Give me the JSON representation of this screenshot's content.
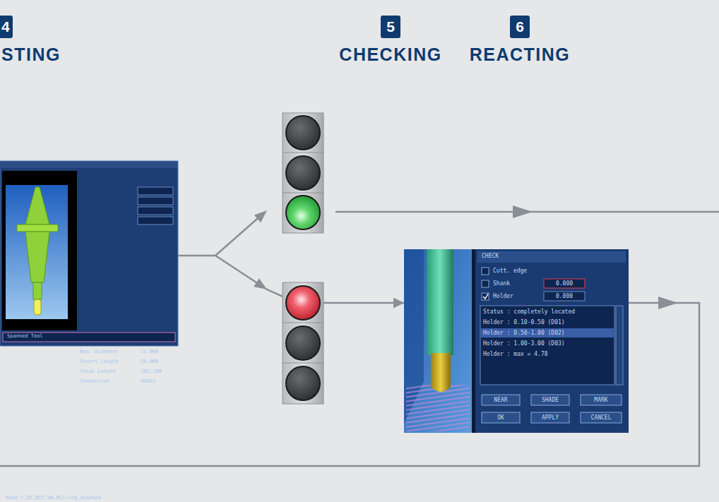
{
  "diagram": {
    "nodes": [
      {
        "text": [
          "4",
          "STING"
        ]
      },
      {
        "text": [
          "5",
          "CHECKING"
        ]
      },
      {
        "text": [
          "6",
          "REACTING"
        ]
      },
      {
        "text": [
          "Spanned Tool",
          "Nom. Diameter",
          "12.000",
          "Insert Length",
          "24.000",
          "Total Length",
          "201.100",
          "Connection",
          "HSK63",
          "Name T.UT.BIT.UW.Milling_Spanned"
        ]
      },
      {
        "text": [
          "CHECK",
          "Cutt. edge",
          "Shank",
          "0.000",
          "Holder",
          "0.000",
          "Status : completely located",
          "Holder : 0.10-0.50 (D01)",
          "Holder : 0.50-1.00 (D02)",
          "Holder : 1.00-3.00 (D03)",
          "Holder : max = 4.78",
          "NEAR",
          "SHADE",
          "MARK",
          "OK",
          "APPLY",
          "CANCEL"
        ]
      }
    ],
    "edges": [
      {
        "from": 3,
        "to": 4,
        "arrow": "to"
      }
    ]
  }
}
